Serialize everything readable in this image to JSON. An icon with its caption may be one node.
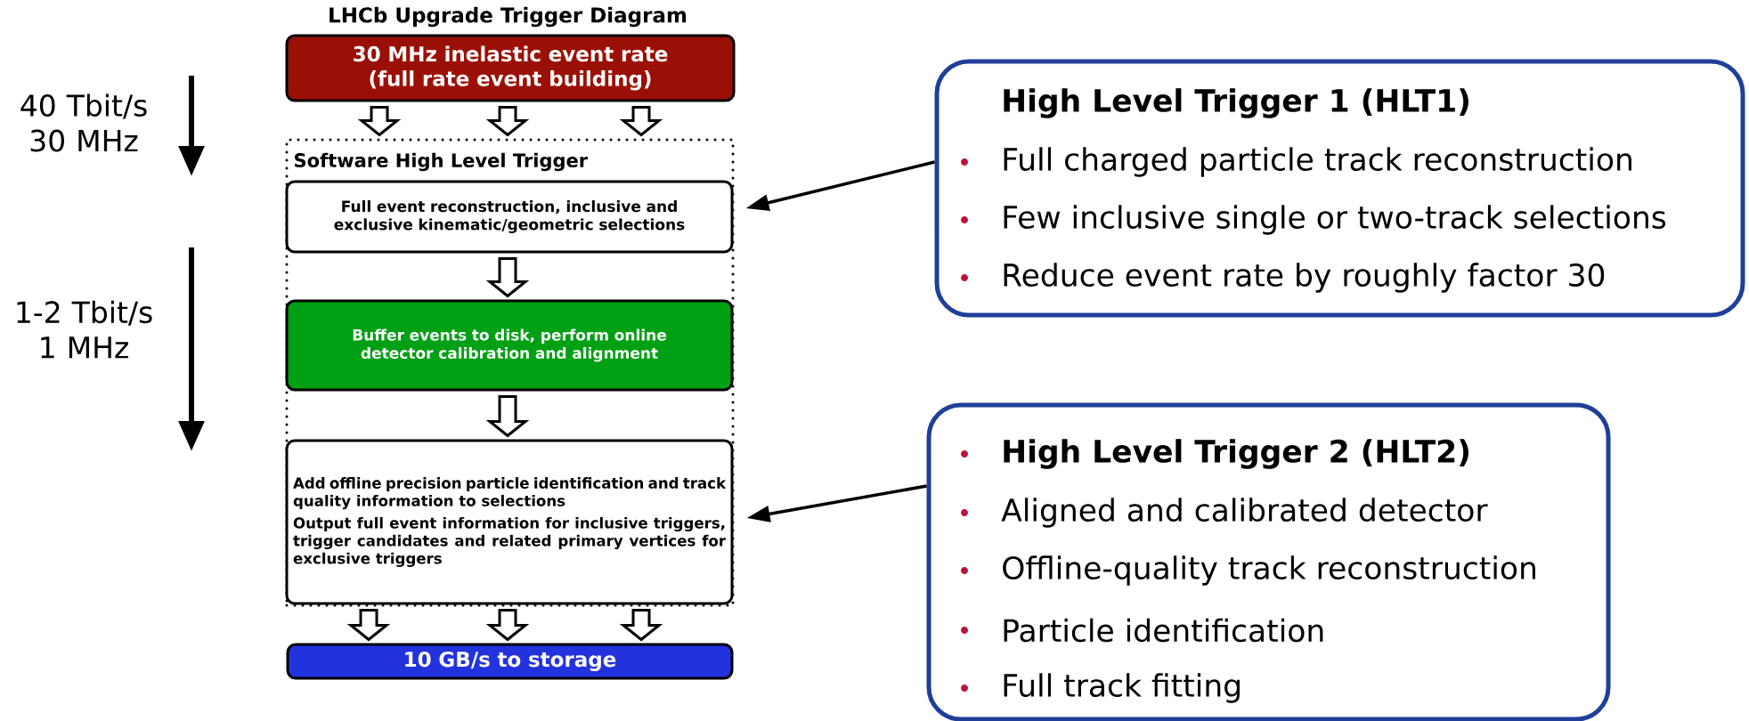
{
  "diagram": {
    "title": "LHCb Upgrade Trigger Diagram",
    "nodes": [
      {
        "text": [
          "30 MHz inelastic event rate (full rate event building)"
        ]
      },
      {
        "text": [
          "Software High Level Trigger"
        ]
      },
      {
        "text": [
          "Full event reconstruction, inclusive and exclusive kinematic/geometric selections"
        ],
        "in": 1
      },
      {
        "text": [
          "Buffer events to disk, perform online detector calibration and alignment"
        ],
        "in": 1
      },
      {
        "text": [
          "Add offline precision particle identification and track quality information to selections",
          "Output full event information for inclusive triggers, trigger candidates and related primary vertices for exclusive triggers"
        ],
        "in": 1
      },
      {
        "text": [
          "10 GB/s to storage"
        ]
      },
      {
        "text": [
          "High Level Trigger 1 (HLT1)",
          "Full charged particle track reconstruction",
          "Few inclusive single or two-track selections",
          "Reduce event rate by roughly factor 30"
        ]
      },
      {
        "text": [
          "High Level Trigger 2 (HLT2)",
          "Aligned and calibrated detector",
          "Offline-quality track reconstruction",
          "Particle identification",
          "Full track fitting"
        ]
      }
    ],
    "edges": [
      {
        "from": 0,
        "to": 1,
        "arrow": "to"
      },
      {
        "from": 0,
        "to": 1,
        "arrow": "to"
      },
      {
        "from": 0,
        "to": 1,
        "arrow": "to"
      },
      {
        "from": 2,
        "to": 3,
        "arrow": "to"
      },
      {
        "from": 3,
        "to": 4,
        "arrow": "to"
      },
      {
        "from": 4,
        "to": 5,
        "arrow": "to"
      },
      {
        "from": 4,
        "to": 5,
        "arrow": "to"
      },
      {
        "from": 4,
        "to": 5,
        "arrow": "to"
      },
      {
        "from": 6,
        "to": 2,
        "arrow": "to"
      },
      {
        "from": 7,
        "to": 4,
        "arrow": "to"
      }
    ],
    "labels": [
      "40 Tbit/s 30 MHz",
      "1-2 Tbit/s 1 MHz"
    ]
  }
}
